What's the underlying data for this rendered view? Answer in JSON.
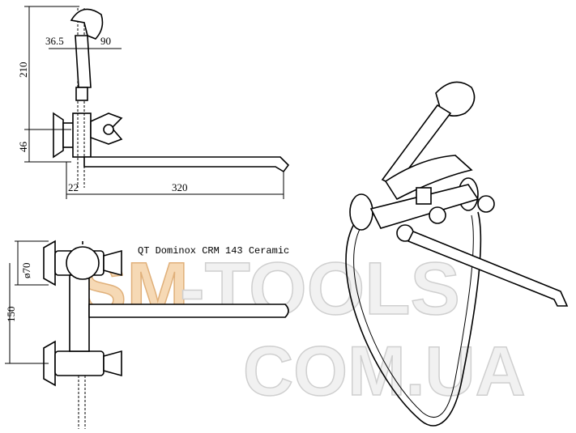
{
  "product": {
    "title": "QT Dominox CRM 143 Ceramic"
  },
  "watermark": {
    "line1_part1": "SM",
    "line1_part2": "-TOOLS",
    "line2": "COM.UA",
    "accent_color": "#e8a45a",
    "base_color": "#d0d0d0"
  },
  "dimensions": {
    "top_offset": "36.5",
    "top_width": "90",
    "height_total": "210",
    "height_lower": "46",
    "base_offset": "22",
    "spout_length": "320",
    "handle_diameter": "ø70",
    "center_distance": "150"
  }
}
